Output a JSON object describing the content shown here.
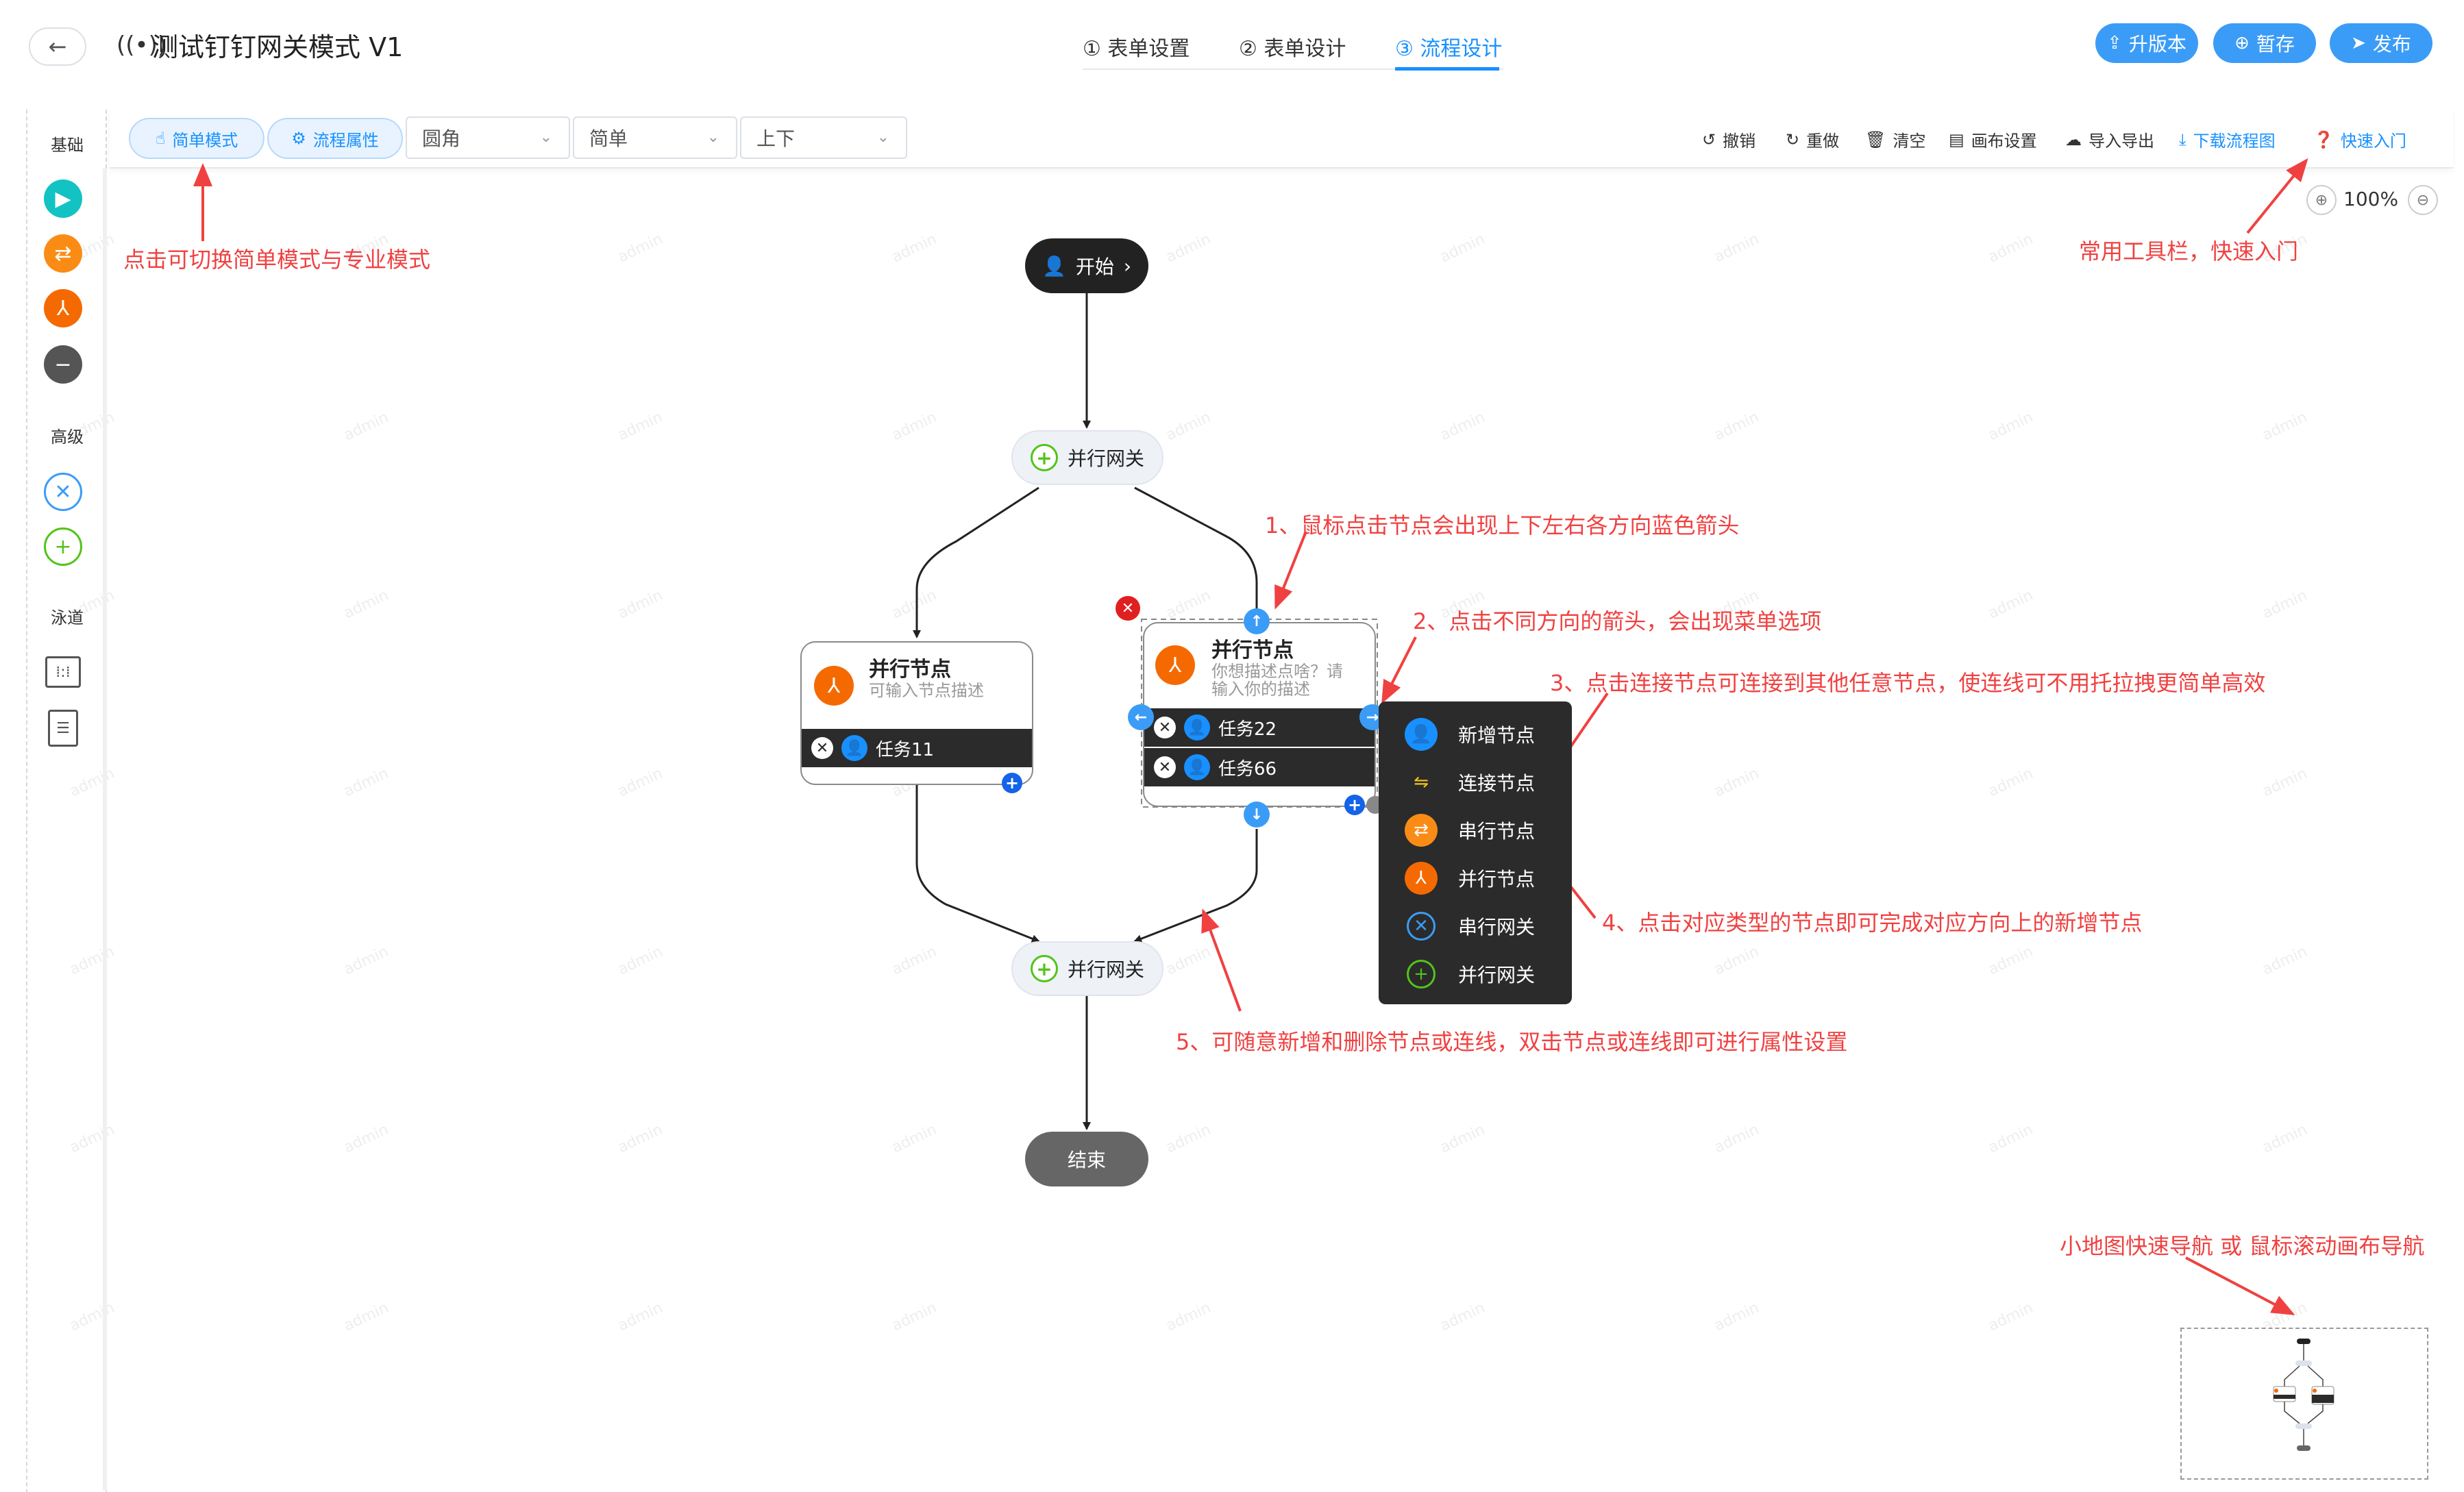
{
  "header": {
    "back_icon": "back-arrow-icon",
    "title_icon": "broadcast-icon",
    "title": "测试钉钉网关模式 V1",
    "steps": [
      {
        "label": "① 表单设置",
        "active": false
      },
      {
        "label": "② 表单设计",
        "active": false
      },
      {
        "label": "③ 流程设计",
        "active": true
      }
    ],
    "buttons": {
      "upgrade": "升版本",
      "save_draft": "暂存",
      "publish": "发布"
    }
  },
  "palette": {
    "section_basic": "基础",
    "section_advanced": "高级",
    "section_lane": "泳道",
    "basic_icons": [
      "start-play-icon",
      "serial-node-icon",
      "parallel-node-icon",
      "end-minus-icon"
    ],
    "advanced_icons": [
      "serial-gateway-icon",
      "parallel-gateway-icon"
    ],
    "lane_icons": [
      "horizontal-lane-icon",
      "vertical-lane-icon"
    ]
  },
  "toolbar": {
    "simple_mode": "简单模式",
    "flow_props": "流程属性",
    "select_corner": "圆角",
    "select_style": "简单",
    "select_direction": "上下",
    "undo": "撤销",
    "redo": "重做",
    "clear": "清空",
    "canvas_settings": "画布设置",
    "import_export": "导入导出",
    "download_diagram": "下载流程图",
    "quick_start": "快速入门",
    "zoom": "100%"
  },
  "flow": {
    "start": "开始",
    "gateway_top": "并行网关",
    "gateway_bottom": "并行网关",
    "end": "结束",
    "left_node": {
      "title": "并行节点",
      "desc": "可输入节点描述",
      "tasks": [
        "任务11"
      ]
    },
    "right_node": {
      "title": "并行节点",
      "desc_line1": "你想描述点啥？请",
      "desc_line2": "输入你的描述",
      "tasks": [
        "任务22",
        "任务66"
      ]
    }
  },
  "context_menu": {
    "items": [
      {
        "label": "新增节点",
        "icon": "add-user-node-icon",
        "color": "#1890ff"
      },
      {
        "label": "连接节点",
        "icon": "connect-node-icon",
        "color": "#f5c518"
      },
      {
        "label": "串行节点",
        "icon": "serial-node-icon",
        "color": "#fa8c16"
      },
      {
        "label": "并行节点",
        "icon": "parallel-node-icon",
        "color": "#f56a00"
      },
      {
        "label": "串行网关",
        "icon": "serial-gateway-icon",
        "color": "#3b9cf7"
      },
      {
        "label": "并行网关",
        "icon": "parallel-gateway-icon",
        "color": "#52c41a"
      }
    ]
  },
  "annotations": {
    "mode_switch": "点击可切换简单模式与专业模式",
    "toolbar_tip": "常用工具栏，快速入门",
    "tip1": "1、鼠标点击节点会出现上下左右各方向蓝色箭头",
    "tip2": "2、点击不同方向的箭头，会出现菜单选项",
    "tip3": "3、点击连接节点可连接到其他任意节点，使连线可不用托拉拽更简单高效",
    "tip4": "4、点击对应类型的节点即可完成对应方向上的新增节点",
    "tip5": "5、可随意新增和删除节点或连线，双击节点或连线即可进行属性设置",
    "minimap_tip": "小地图快速导航 或 鼠标滚动画布导航"
  },
  "watermark": "admin",
  "colors": {
    "accent": "#1890ff",
    "annotation": "#f04141",
    "node_orange": "#f56a00",
    "gateway_green": "#52c41a",
    "dark": "#2b2b2b"
  }
}
